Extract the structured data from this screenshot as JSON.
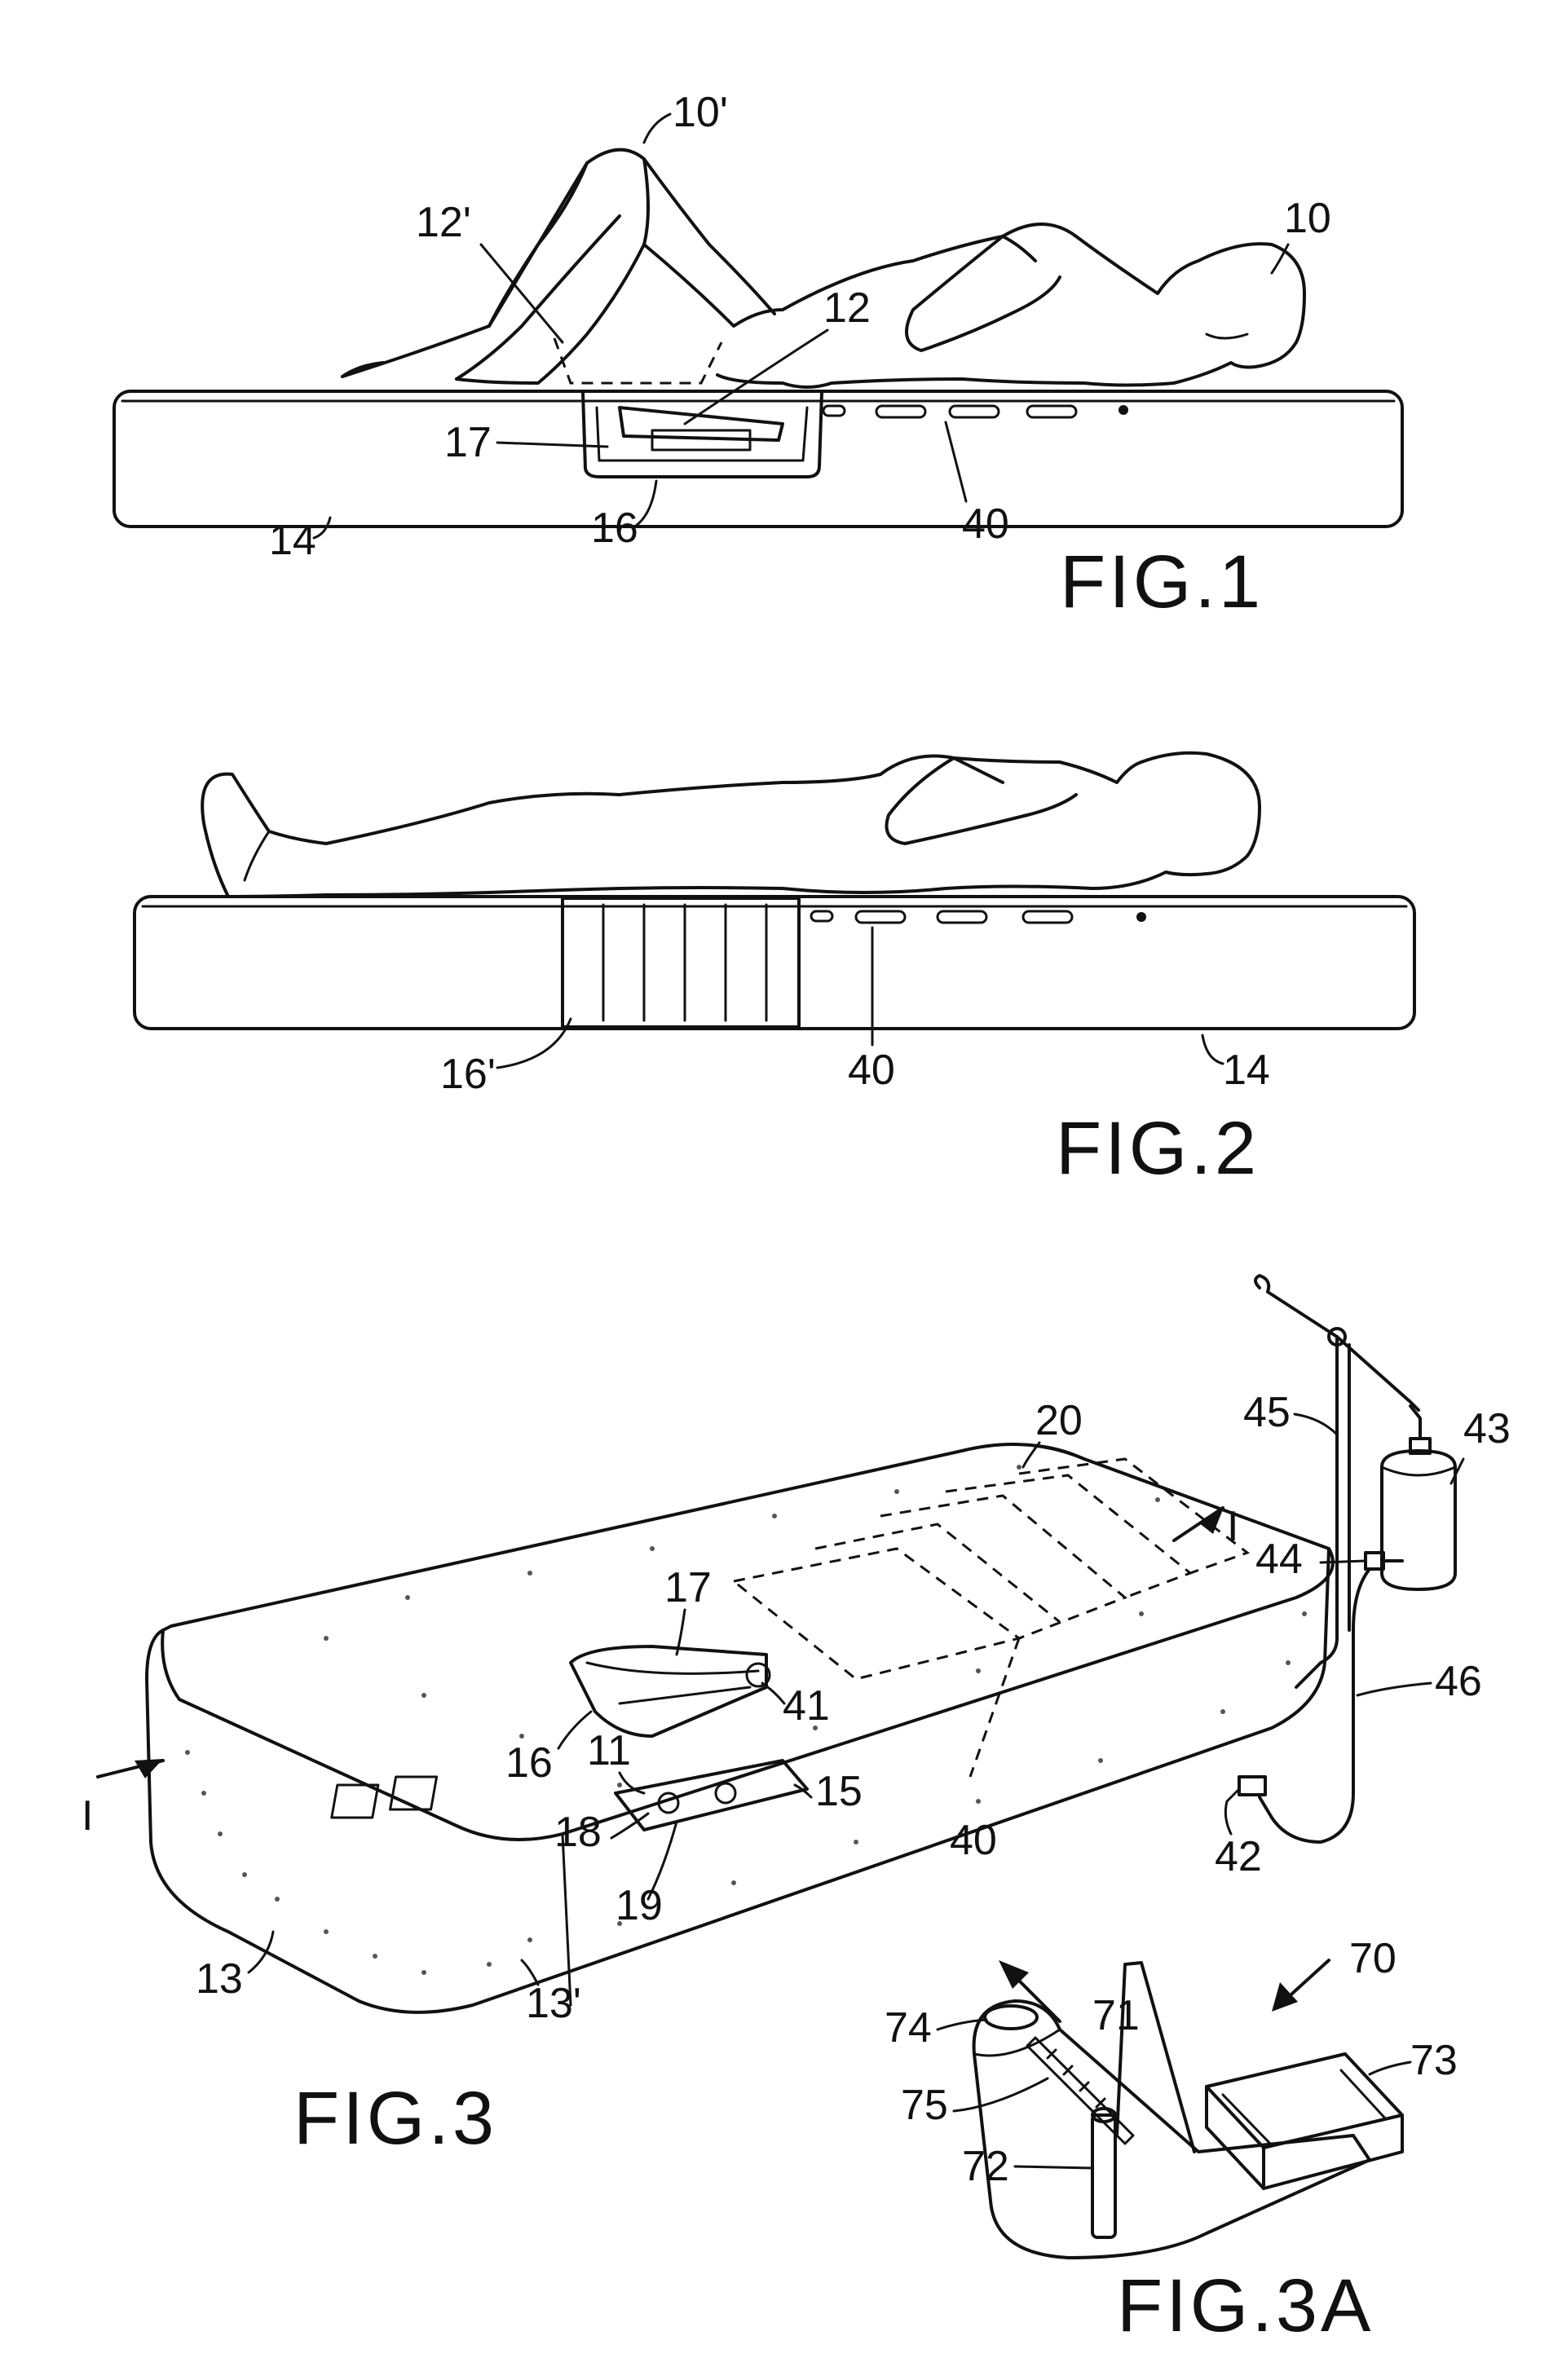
{
  "figures": {
    "fig1": {
      "title": "FIG.1",
      "labels": {
        "patient": "10",
        "patient_raised": "10'",
        "pan": "12",
        "pan_raised": "12'",
        "lid": "17",
        "cavity": "16",
        "mattress": "14",
        "openings": "40"
      }
    },
    "fig2": {
      "title": "FIG.2",
      "labels": {
        "insert": "16'",
        "openings": "40",
        "mattress": "14"
      }
    },
    "fig3": {
      "title": "FIG.3",
      "labels": {
        "cover": "20",
        "tank": "43",
        "stand": "45",
        "valve": "44",
        "hose": "46",
        "section_right": "I",
        "section_left": "I",
        "lid": "17",
        "rim": "41",
        "cavity": "16",
        "flap": "11",
        "control_panel": "15",
        "switch_a": "18",
        "switch_b": "19",
        "openings": "40",
        "connector": "42",
        "side": "13",
        "side_edge": "13'"
      }
    },
    "fig3a": {
      "title": "FIG.3A",
      "labels": {
        "device": "70",
        "cap": "74",
        "post": "71",
        "scale": "75",
        "handle": "72",
        "tray": "73"
      }
    }
  }
}
